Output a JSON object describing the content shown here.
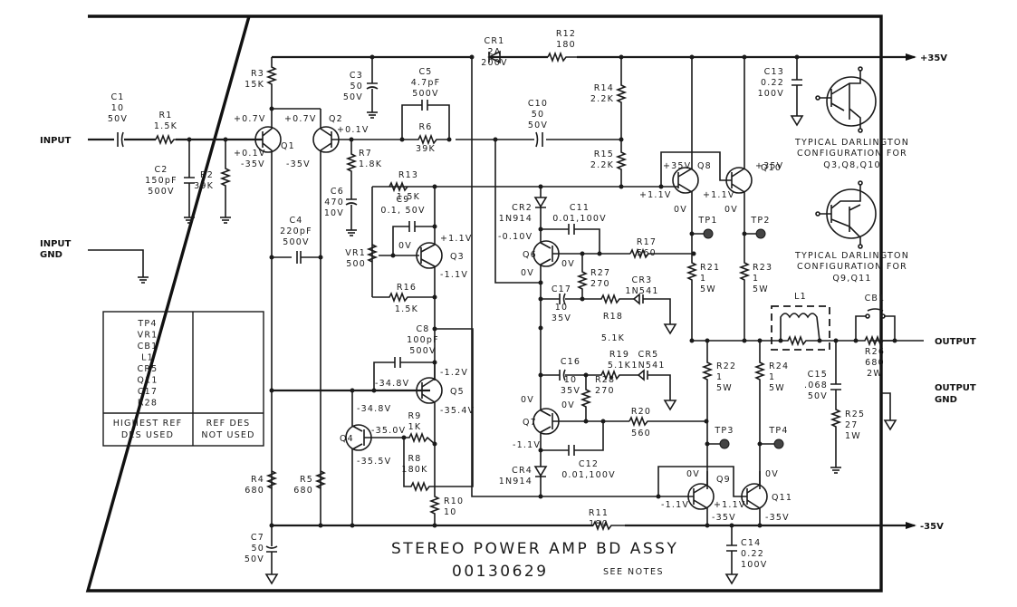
{
  "title": "STEREO POWER AMP BD ASSY",
  "part_number": "00130629",
  "see_notes": "SEE NOTES",
  "terminals": {
    "input": "INPUT",
    "input_gnd_1": "INPUT",
    "input_gnd_2": "GND",
    "output": "OUTPUT",
    "output_gnd_1": "OUTPUT",
    "output_gnd_2": "GND",
    "pos_supply": "+35V",
    "neg_supply": "-35V"
  },
  "ref_table": {
    "highest_used": [
      "TP4",
      "VR1",
      "CB1",
      "L1",
      "CR5",
      "Q11",
      "C17",
      "R28"
    ],
    "col1_header_1": "HIGHEST REF",
    "col1_header_2": "DES USED",
    "col2_header_1": "REF DES",
    "col2_header_2": "NOT USED"
  },
  "darlington_notes": {
    "npn_1": "TYPICAL DARLINGTON",
    "npn_2": "CONFIGURATION FOR",
    "npn_3": "Q3,Q8,Q10",
    "pnp_1": "TYPICAL DARLINGTON",
    "pnp_2": "CONFIGURATION FOR",
    "pnp_3": "Q9,Q11"
  },
  "components": {
    "C1": [
      "C1",
      "10",
      "50V"
    ],
    "R1": [
      "R1",
      "1.5K"
    ],
    "C2": [
      "C2",
      "150pF",
      "500V"
    ],
    "R2": [
      "R2",
      "39K"
    ],
    "R3": [
      "R3",
      "15K"
    ],
    "C3": [
      "C3",
      "50",
      "50V"
    ],
    "C5": [
      "C5",
      "4.7pF",
      "500V"
    ],
    "R6": [
      "R6",
      "39K"
    ],
    "R7": [
      "R7",
      "1.8K"
    ],
    "C6": [
      "C6",
      "470",
      "10V"
    ],
    "C4": [
      "C4",
      "220pF",
      "500V"
    ],
    "R13": [
      "R13",
      "1.5K"
    ],
    "C9": [
      "C9",
      "0.1, 50V"
    ],
    "VR1": [
      "VR1",
      "500"
    ],
    "R16": [
      "R16",
      "1.5K"
    ],
    "C8": [
      "C8",
      "100pF",
      "500V"
    ],
    "R9": [
      "R9",
      "1K"
    ],
    "R8": [
      "R8",
      "180K"
    ],
    "R10": [
      "R10",
      "10"
    ],
    "R4": [
      "R4",
      "680"
    ],
    "R5": [
      "R5",
      "680"
    ],
    "C7": [
      "C7",
      "50",
      "50V"
    ],
    "CR1": [
      "CR1",
      "2A",
      "200V"
    ],
    "R12": [
      "R12",
      "180"
    ],
    "R14": [
      "R14",
      "2.2K"
    ],
    "R15": [
      "R15",
      "2.2K"
    ],
    "C10": [
      "C10",
      "50",
      "50V"
    ],
    "CR2": [
      "CR2",
      "1N914"
    ],
    "C11": [
      "C11",
      "0.01,100V"
    ],
    "R17": [
      "R17",
      "560"
    ],
    "R27": [
      "R27",
      "270"
    ],
    "CR3": [
      "CR3",
      "1N541"
    ],
    "C17": [
      "C17",
      "10",
      "35V"
    ],
    "R18": [
      "R18",
      "5.1K"
    ],
    "C16": [
      "C16",
      "10",
      "35V"
    ],
    "R19": [
      "R19",
      "5.1K"
    ],
    "CR5": [
      "CR5",
      "1N541"
    ],
    "R28": [
      "R28",
      "270"
    ],
    "R20": [
      "R20",
      "560"
    ],
    "C12": [
      "C12",
      "0.01,100V"
    ],
    "CR4": [
      "CR4",
      "1N914"
    ],
    "R11": [
      "R11",
      "180"
    ],
    "R21": [
      "R21",
      "1",
      "5W"
    ],
    "R23": [
      "R23",
      "1",
      "5W"
    ],
    "R22": [
      "R22",
      "1",
      "5W"
    ],
    "R24": [
      "R24",
      "1",
      "5W"
    ],
    "C13": [
      "C13",
      "0.22",
      "100V"
    ],
    "C14": [
      "C14",
      "0.22",
      "100V"
    ],
    "L1": [
      "L1"
    ],
    "CB1": [
      "CB1"
    ],
    "R26": [
      "R26",
      "680",
      "2W"
    ],
    "C15": [
      "C15",
      ".068",
      "50V"
    ],
    "R25": [
      "R25",
      "27",
      "1W"
    ],
    "TP1": [
      "TP1"
    ],
    "TP2": [
      "TP2"
    ],
    "TP3": [
      "TP3"
    ],
    "TP4": [
      "TP4"
    ]
  },
  "transistors": {
    "Q1": "Q1",
    "Q2": "Q2",
    "Q3": "Q3",
    "Q4": "Q4",
    "Q5": "Q5",
    "Q6": "Q6",
    "Q7": "Q7",
    "Q8": "Q8",
    "Q9": "Q9",
    "Q10": "Q10",
    "Q11": "Q11"
  },
  "voltages": {
    "q1_e": "+0.7V",
    "q1_b": "+0.1V",
    "q1_c": "-35V",
    "q2_e": "+0.7V",
    "q2_b": "+0.1V",
    "q2_c": "-35V",
    "q3_c": "+1.1V",
    "q3_b": "0V",
    "q3_e": "-1.1V",
    "q5_c": "-1.2V",
    "q5_b": "-34.8V",
    "q5_e": "-35.4V",
    "q4_c": "-34.8V",
    "q4_b": "-35.0V",
    "q4_e": "-35.5V",
    "q6_c": "-0.10V",
    "q6_b": "0V",
    "q6_e": "0V",
    "q7_c": "0V",
    "q7_b": "0V",
    "q7_e": "-1.1V",
    "q8_c": "+35V",
    "q8_b": "+1.1V",
    "q8_e": "+1.1V",
    "q8_out": "0V",
    "q10_c": "+35V",
    "q10_e": "0V",
    "q9_c": "0V",
    "q9_b": "-1.1V",
    "q9_e": "+1.1V",
    "q9_out": "-35V",
    "q11_c": "0V",
    "q11_out": "-35V"
  }
}
